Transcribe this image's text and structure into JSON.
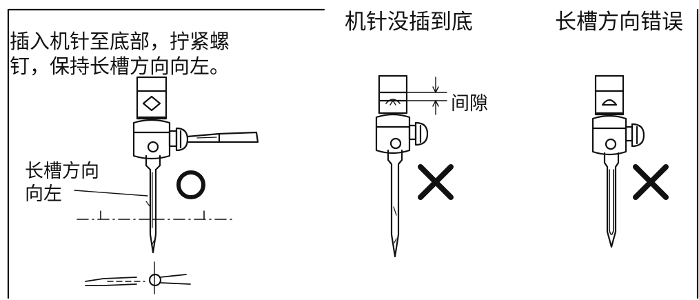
{
  "panels": {
    "correct": {
      "instruction_lines": [
        "插入机针至底部，拧紧螺",
        "钉，保持长槽方向向左。"
      ],
      "groove_label_lines": [
        "长槽方向",
        "向左"
      ],
      "result_symbol": "○"
    },
    "not_inserted": {
      "title": "机针没插到底",
      "gap_label": "间隙",
      "result_symbol": "✕"
    },
    "wrong_direction": {
      "title": "长槽方向错误",
      "result_symbol": "✕"
    }
  }
}
